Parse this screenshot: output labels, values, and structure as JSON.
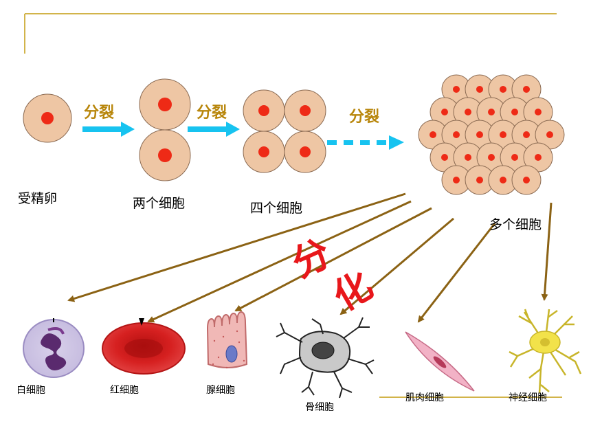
{
  "colors": {
    "frame_line": "#d2b44a",
    "cell_fill": "#eec6a4",
    "cell_stroke": "#8a6a52",
    "nucleus": "#ee2a16",
    "blue_arrow": "#17c3f0",
    "brown_arrow": "#8b6214",
    "division_text": "#b8860b",
    "differentiation_text": "#e8171b"
  },
  "labels": {
    "fertilized_egg": "受精卵",
    "two_cells": "两个细胞",
    "four_cells": "四个细胞",
    "many_cells": "多个细胞",
    "division_1": "分裂",
    "division_2": "分裂",
    "division_3": "分裂",
    "differentiation_char_1": "分",
    "differentiation_char_2": "化"
  },
  "cell_types": {
    "white_blood_cell": "白细胞",
    "red_blood_cell": "红细胞",
    "gland_cell": "腺细胞",
    "bone_cell": "骨细胞",
    "muscle_cell": "肌肉细胞",
    "nerve_cell": "神经细胞"
  }
}
